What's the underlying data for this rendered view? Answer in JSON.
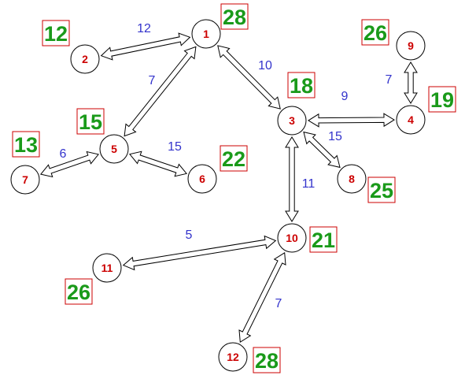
{
  "colors": {
    "node_label": "#cc0000",
    "edge_weight": "#3333cc",
    "score_text": "#1a9a1a",
    "score_border": "#cc0000"
  },
  "nodes": [
    {
      "id": "1",
      "label": "1"
    },
    {
      "id": "2",
      "label": "2"
    },
    {
      "id": "3",
      "label": "3"
    },
    {
      "id": "4",
      "label": "4"
    },
    {
      "id": "5",
      "label": "5"
    },
    {
      "id": "6",
      "label": "6"
    },
    {
      "id": "7",
      "label": "7"
    },
    {
      "id": "8",
      "label": "8"
    },
    {
      "id": "9",
      "label": "9"
    },
    {
      "id": "10",
      "label": "10"
    },
    {
      "id": "11",
      "label": "11"
    },
    {
      "id": "12",
      "label": "12"
    }
  ],
  "edges": [
    {
      "from": "2",
      "to": "1",
      "weight": "12"
    },
    {
      "from": "1",
      "to": "5",
      "weight": "7"
    },
    {
      "from": "1",
      "to": "3",
      "weight": "10"
    },
    {
      "from": "5",
      "to": "6",
      "weight": "15"
    },
    {
      "from": "7",
      "to": "5",
      "weight": "6"
    },
    {
      "from": "3",
      "to": "4",
      "weight": "9"
    },
    {
      "from": "9",
      "to": "4",
      "weight": "7"
    },
    {
      "from": "3",
      "to": "8",
      "weight": "15"
    },
    {
      "from": "3",
      "to": "10",
      "weight": "11"
    },
    {
      "from": "11",
      "to": "10",
      "weight": "5"
    },
    {
      "from": "10",
      "to": "12",
      "weight": "7"
    }
  ],
  "scores": [
    {
      "node": "1",
      "value": "28"
    },
    {
      "node": "2",
      "value": "12"
    },
    {
      "node": "3",
      "value": "18"
    },
    {
      "node": "4",
      "value": "19"
    },
    {
      "node": "5",
      "value": "15"
    },
    {
      "node": "6",
      "value": "22"
    },
    {
      "node": "7",
      "value": "13"
    },
    {
      "node": "8",
      "value": "25"
    },
    {
      "node": "9",
      "value": "26"
    },
    {
      "node": "10",
      "value": "21"
    },
    {
      "node": "11",
      "value": "26"
    },
    {
      "node": "12",
      "value": "28"
    }
  ]
}
